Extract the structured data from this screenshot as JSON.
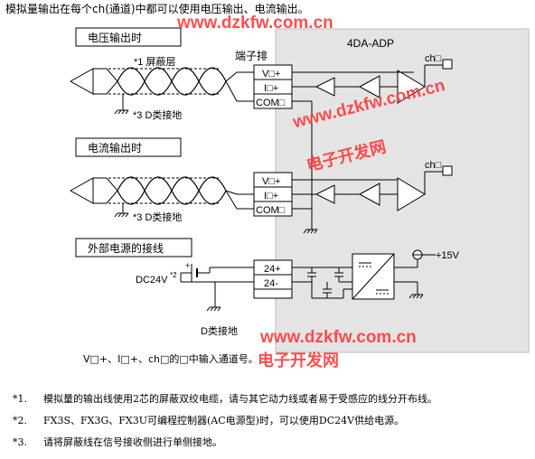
{
  "intro": "模拟量输出在每个ch(通道)中都可以使用电压输出、电流输出。",
  "module": {
    "name": "4DA-ADP",
    "terminal_block": "端子排"
  },
  "sections": {
    "voltage": "电压输出时",
    "current": "电流输出时",
    "power": "外部电源的接线"
  },
  "terminals": {
    "v_plus": "V□+",
    "i_plus": "I□+",
    "com": "COM□",
    "p24_plus": "24+",
    "p24_minus": "24-"
  },
  "labels": {
    "shield": "*1 屏蔽层",
    "d_ground_note": "*3 D类接地",
    "ch": "ch□",
    "dc24v": "DC24V",
    "dc24v_note": "*2",
    "plus15v": "+15V",
    "d_ground": "D类接地",
    "plus_sign": "+",
    "minus_sign": "-",
    "channel_note": "V□+、I□+、ch□的□中输入通道号。"
  },
  "notes": [
    {
      "mark": "*1.",
      "text": "模拟量的输出线使用2芯的屏蔽双绞电缆，请与其它动力线或者易于受感应的线分开布线。"
    },
    {
      "mark": "*2.",
      "text": "FX3S、FX3G、FX3U可编程控制器(AC电源型)时，可以使用DC24V供给电源。"
    },
    {
      "mark": "*3.",
      "text": "请将屏蔽线在信号接收侧进行单侧接地。"
    }
  ],
  "watermarks": {
    "url1": "www.dzkfw.com.cn",
    "url2": "www.dzkfw.com.cn",
    "url3": "www.dzkfw.com.cn",
    "cn1": "电子开发网",
    "cn2": "电子开发网"
  }
}
